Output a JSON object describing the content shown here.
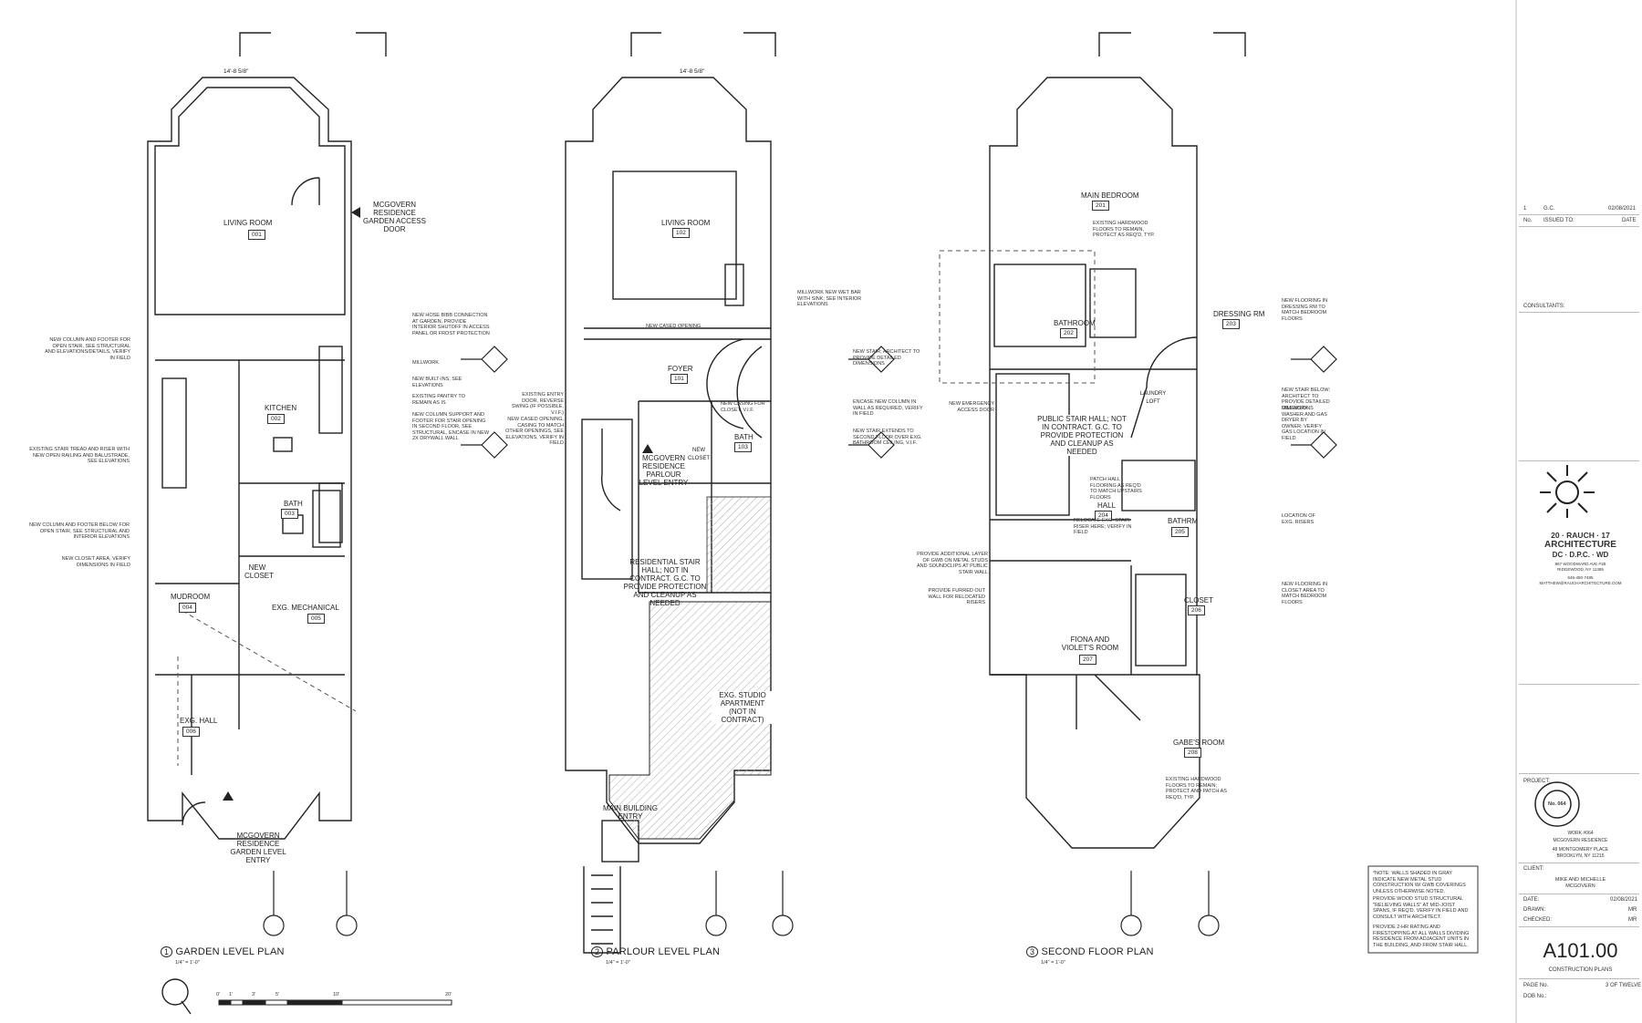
{
  "plans": {
    "garden": {
      "title": "GARDEN LEVEL PLAN",
      "number": "1",
      "scale": "1/4\" = 1'-0\"",
      "rooms": [
        {
          "name": "LIVING ROOM",
          "num": "001"
        },
        {
          "name": "KITCHEN",
          "num": "002"
        },
        {
          "name": "BATH",
          "num": "003"
        },
        {
          "name": "MUDROOM",
          "num": "004"
        },
        {
          "name": "EXG. MECHANICAL",
          "num": "005"
        },
        {
          "name": "EXG. HALL",
          "num": "006"
        }
      ],
      "door_label": "MCGOVERN RESIDENCE GARDEN ACCESS DOOR",
      "entry_label": "MCGOVERN RESIDENCE GARDEN LEVEL ENTRY",
      "closet_label": "NEW CLOSET",
      "dimension_top": "14'-8 5/8\"",
      "notes": [
        "NEW HOSE BIBB CONNECTION AT GARDEN, PROVIDE INTERIOR SHUTOFF IN ACCESS PANEL OR FROST PROTECTION",
        "MILLWORK",
        "NEW BUILT-INS, SEE ELEVATIONS",
        "EXISTING PANTRY TO REMAIN AS IS",
        "NEW COLUMN SUPPORT AND FOOTER FOR STAIR OPENING IN SECOND FLOOR, SEE STRUCTURAL, ENCASE IN NEW 2X DRYWALL WALL",
        "NEW COLUMN AND FOOTER FOR OPEN STAIR, SEE STRUCTURAL AND ELEVATIONS/DETAILS, VERIFY IN FIELD",
        "EXISTING STAIR TREAD AND RISER WITH NEW OPEN RAILING AND BALUSTRADE, SEE ELEVATIONS",
        "NEW COLUMN AND FOOTER BELOW FOR OPEN STAIR, SEE STRUCTURAL AND INTERIOR ELEVATIONS",
        "NEW CLOSET AREA, VERIFY DIMENSIONS IN FIELD"
      ]
    },
    "parlour": {
      "title": "PARLOUR LEVEL PLAN",
      "number": "2",
      "scale": "1/4\" = 1'-0\"",
      "rooms": [
        {
          "name": "LIVING ROOM",
          "num": "102"
        },
        {
          "name": "FOYER",
          "num": "101"
        },
        {
          "name": "BATH",
          "num": "103"
        }
      ],
      "entry_label": "MCGOVERN RESIDENCE PARLOUR LEVEL ENTRY",
      "stair_label": "RESIDENTIAL STAIR HALL; NOT IN CONTRACT. G.C. TO PROVIDE PROTECTION AND CLEANUP AS NEEDED",
      "studio_label": "EXG. STUDIO APARTMENT (NOT IN CONTRACT)",
      "main_entry_label": "MAIN BUILDING ENTRY",
      "closet_label": "NEW CLOSET",
      "cased_opening": "NEW CASED OPENING",
      "dimension_top": "14'-8 5/8\"",
      "notes": [
        "MILLWORK NEW WET BAR WITH SINK; SEE INTERIOR ELEVATIONS",
        "NEW STAIR; ARCHITECT TO PROVIDE DETAILED DIMENSIONS",
        "ENCASE NEW COLUMN IN WALL AS REQUIRED, VERIFY IN FIELD",
        "NEW STAIR EXTENDS TO SECOND FLOOR OVER EXG. BATHROOM CEILING, V.I.F.",
        "EXISTING ENTRY DOOR, REVERSE SWING (IF POSSIBLE, V.I.F.)",
        "NEW CASED OPENING, CASING TO MATCH OTHER OPENINGS, SEE ELEVATIONS, VERIFY IN FIELD",
        "NEW CASING FOR CLOSET, V.I.F."
      ]
    },
    "second": {
      "title": "SECOND FLOOR PLAN",
      "number": "3",
      "scale": "1/4\" = 1'-0\"",
      "rooms": [
        {
          "name": "MAIN BEDROOM",
          "num": "201"
        },
        {
          "name": "BATHROOM",
          "num": "202"
        },
        {
          "name": "DRESSING RM",
          "num": "203"
        },
        {
          "name": "HALL",
          "num": "204"
        },
        {
          "name": "BATHRM",
          "num": "205"
        },
        {
          "name": "CLOSET",
          "num": "206"
        },
        {
          "name": "FIONA AND VIOLET'S ROOM",
          "num": "207"
        },
        {
          "name": "GABE'S ROOM",
          "num": "208"
        }
      ],
      "stair_label": "PUBLIC STAIR HALL; NOT IN CONTRACT. G.C. TO PROVIDE PROTECTION AND CLEANUP AS NEEDED",
      "laundry_label": "LAUNDRY LOFT",
      "notes": [
        "EXISTING HARDWOOD FLOORS TO REMAIN, PROTECT AS REQ'D, TYP.",
        "NEW FLOORING IN DRESSING RM TO MATCH BEDROOM FLOORS",
        "NEW STAIR BELOW; ARCHITECT TO PROVIDE DETAILED DIMENSIONS",
        "MILLWORK WASHER AND GAS DRYER BY OWNER; VERIFY GAS LOCATION IN FIELD",
        "NEW EMERGENCY ACCESS DOOR",
        "PATCH HALL FLOORING AS REQ'D TO MATCH UPSTAIRS FLOORS",
        "RELOCATE EXG. STAIR RISER HERE; VERIFY IN FIELD",
        "LOCATION OF EXG. RISERS",
        "PROVIDE ADDITIONAL LAYER OF GWB ON METAL STUDS AND SOUNDCLIPS AT PUBLIC STAIR WALL",
        "PROVIDE FURRED OUT WALL FOR RELOCATED RISERS",
        "NEW FLOORING IN CLOSET AREA TO MATCH BEDROOM FLOORS",
        "EXISTING HARDWOOD FLOORS TO REMAIN; PROTECT AND PATCH AS REQ'D, TYP."
      ]
    }
  },
  "general_notes": [
    "*NOTE: WALLS SHADED IN GRAY INDICATE NEW METAL STUD CONSTRUCTION W/ GWB COVERINGS UNLESS OTHERWISE NOTED.",
    "PROVIDE WOOD STUD STRUCTURAL \"RELIEVING WALLS\" AT MID-JOIST SPANS, IF REQ'D. VERIFY IN FIELD AND CONSULT WITH ARCHITECT.",
    "PROVIDE 2-HR RATING AND FIRESTOPPING AT ALL WALLS DIVIDING RESIDENCE FROM ADJACENT UNITS IN THE BUILDING, AND FROM STAIR HALL."
  ],
  "scale_bar": [
    "0'",
    "1'",
    "3'",
    "5'",
    "10'",
    "20'"
  ],
  "title_block": {
    "issue_no": "1",
    "issue_to": "G.C.",
    "issue_date": "02/08/2021",
    "issue_header": [
      "No.",
      "ISSUED TO:",
      "DATE"
    ],
    "consultants_label": "CONSULTANTS:",
    "firm_line1": "20 · RAUCH · 17",
    "firm_line2": "ARCHITECTURE",
    "firm_line3": "DC · D.P.C. · WD",
    "firm_address": "867 WOODWARD AVE #1B\nRIDGEWOOD, NY 11385",
    "firm_contact": "646-450-7485\nMATTHEW@RAUCHARCHITECTURE.COM",
    "project_label": "PROJECT:",
    "seal_no": "No. 064",
    "project_work": "WORK #064",
    "project_name": "MCGOVERN RESIDENCE",
    "project_address": "48 MONTGOMERY PLACE\nBROOKLYN, NY 11215",
    "client_label": "CLIENT:",
    "client_name": "MIKE AND MICHELLE\nMCGOVERN",
    "date_label": "DATE:",
    "date_value": "02/08/2021",
    "drawn_label": "DRAWN:",
    "drawn_value": "MR",
    "checked_label": "CHECKED:",
    "checked_value": "MR",
    "sheet_number": "A101.00",
    "sheet_title": "CONSTRUCTION PLANS",
    "page_label": "PAGE No.",
    "page_value": "3 OF TWELVE",
    "dob_label": "DOB No.:"
  }
}
